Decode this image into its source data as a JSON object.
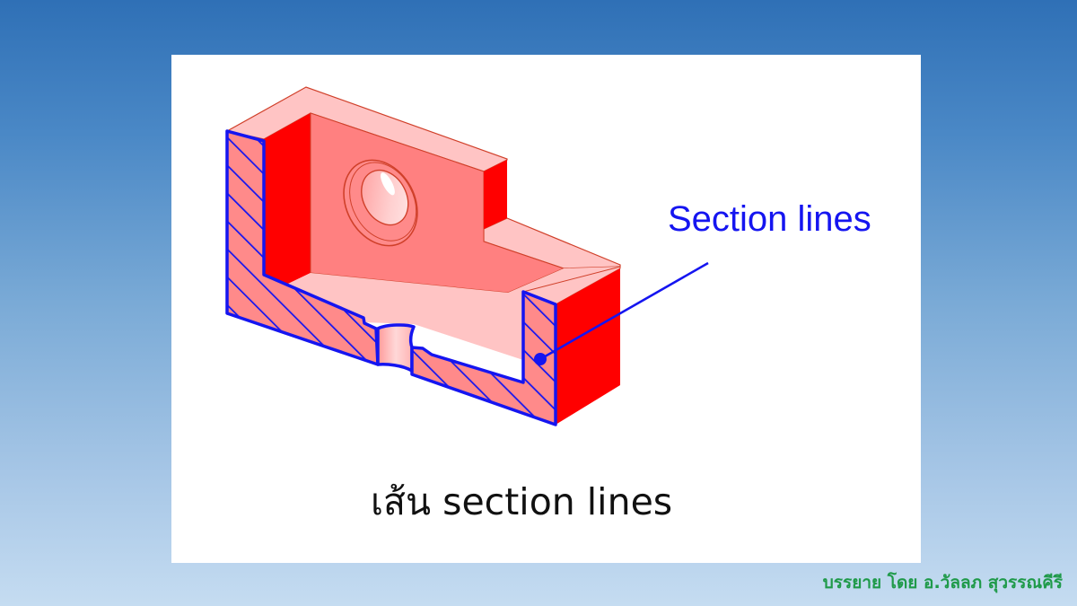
{
  "slide": {
    "background_gradient": [
      "#2f70b6",
      "#c5dcf1"
    ],
    "panel_color": "#ffffff"
  },
  "figure": {
    "subject": "isometric sectioned machine part with counterbored hole",
    "callout": {
      "label": "Section lines",
      "color": "#1515f0"
    },
    "caption": "เส้น section lines",
    "colors": {
      "top_face": "#ffc4c4",
      "inner_face": "#ff8080",
      "side_face": "#ff0000",
      "section_fill": "#ff8a8a",
      "section_outline": "#1515f0",
      "edge_line": "#d0402a"
    }
  },
  "footer": {
    "credit": "บรรยาย โดย อ.วัลลภ สุวรรณคีรี",
    "credit_color": "#1f9a4a"
  }
}
